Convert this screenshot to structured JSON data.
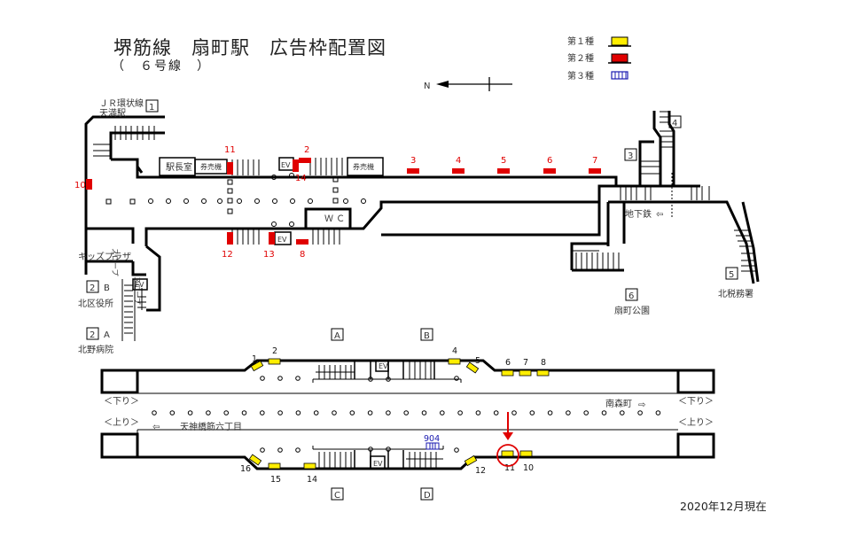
{
  "header": {
    "title": "堺筋線　扇町駅　広告枠配置図",
    "subtitle": "（　６号線　）"
  },
  "compass": {
    "label": "N"
  },
  "legend": [
    {
      "label": "第１種",
      "type": "type1",
      "color": "#ffee00"
    },
    {
      "label": "第２種",
      "type": "type2",
      "color": "#e00000"
    },
    {
      "label": "第３種",
      "type": "type3",
      "color": "#1a1ab0"
    }
  ],
  "concourse": {
    "rooms": {
      "station_master": "駅長室",
      "ticket_machine_1": "券売機",
      "ticket_machine_2": "券売機",
      "ev_top": "EV",
      "ev_bottom": "EV",
      "ev_exit2": "EV",
      "wc": "Ｗ Ｃ"
    },
    "type2_frames": [
      "2",
      "3",
      "4",
      "5",
      "6",
      "7",
      "8",
      "10",
      "11",
      "12",
      "13",
      "14"
    ],
    "labels": {
      "slope_1": "スロープ",
      "slope_2": "スロープ",
      "kids_plaza": "キッズプラザ",
      "subway": "地下鉄"
    }
  },
  "exits": [
    {
      "number": "1",
      "name_line1": "ＪＲ環状線",
      "name_line2": "天満駅"
    },
    {
      "number": "2",
      "suffix": "B",
      "name": "北区役所"
    },
    {
      "number": "2",
      "suffix": "A",
      "name": "北野病院"
    },
    {
      "number": "3"
    },
    {
      "number": "4"
    },
    {
      "number": "5",
      "name": "北税務署"
    },
    {
      "number": "6",
      "name": "扇町公園"
    }
  ],
  "platform": {
    "stairs": [
      "A",
      "B",
      "C",
      "D"
    ],
    "down_label": "＜下り＞",
    "up_label": "＜上り＞",
    "direction_south": "南森町",
    "direction_north": "天神橋筋六丁目",
    "ev": "EV",
    "type1_frames_top": [
      "1",
      "2",
      "4",
      "5",
      "6",
      "7",
      "8"
    ],
    "type1_frames_bottom": [
      "10",
      "11",
      "12",
      "14",
      "15",
      "16"
    ],
    "type3_frames": [
      "904"
    ],
    "highlighted_frame": "11"
  },
  "footer": {
    "as_of": "2020年12月現在"
  }
}
